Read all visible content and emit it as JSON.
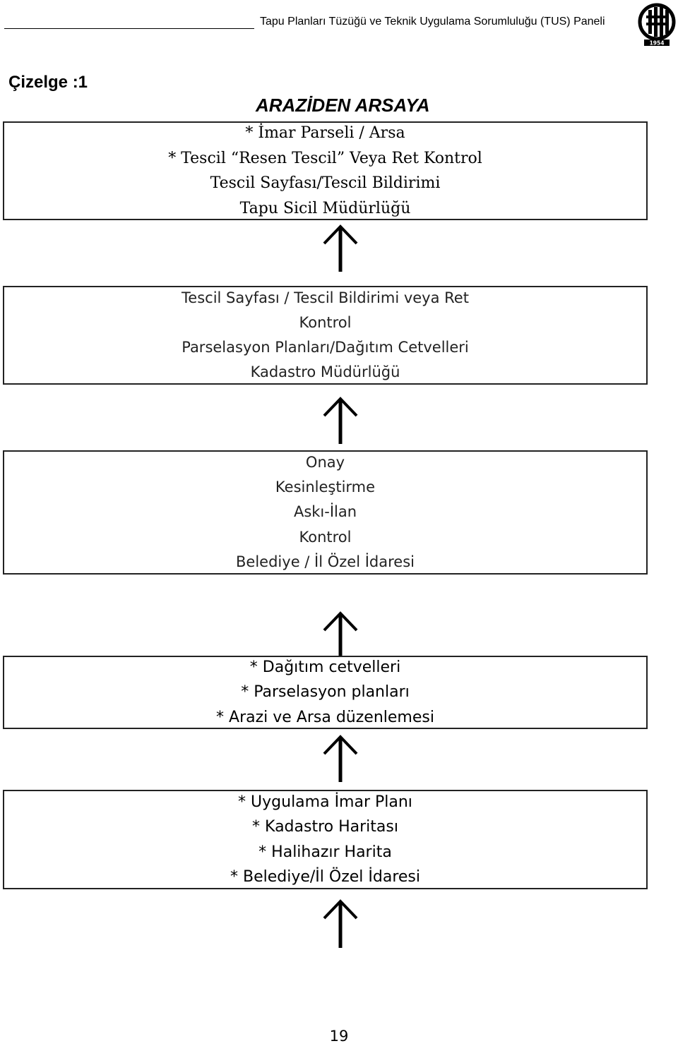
{
  "header": {
    "title": "Tapu Planları Tüzüğü ve Teknik Uygulama Sorumluluğu (TUS) Paneli",
    "logo": {
      "icon": "emblem-icon",
      "year": "1954"
    }
  },
  "caption": "Çizelge :1",
  "diagram": {
    "title": "ARAZİDEN ARSAYA",
    "boxes": [
      {
        "lines": [
          "* İmar Parseli / Arsa",
          "* Tescil “Resen Tescil” Veya Ret Kontrol",
          "Tescil Sayfası/Tescil Bildirimi",
          "Tapu Sicil Müdürlüğü"
        ]
      },
      {
        "lines": [
          "Tescil Sayfası / Tescil Bildirimi veya Ret",
          "Kontrol",
          "Parselasyon Planları/Dağıtım Cetvelleri",
          "Kadastro Müdürlüğü"
        ]
      },
      {
        "lines": [
          "Onay",
          "Kesinleştirme",
          "Askı-İlan",
          "Kontrol",
          "Belediye / İl Özel İdaresi"
        ]
      },
      {
        "lines": [
          "* Dağıtım cetvelleri",
          "* Parselasyon planları",
          "* Arazi ve Arsa düzenlemesi"
        ]
      },
      {
        "lines": [
          "* Uygulama İmar Planı",
          "* Kadastro Haritası",
          "* Halihazır Harita",
          "* Belediye/İl Özel İdaresi"
        ]
      }
    ],
    "arrow_direction": "up"
  },
  "page_number": "19"
}
